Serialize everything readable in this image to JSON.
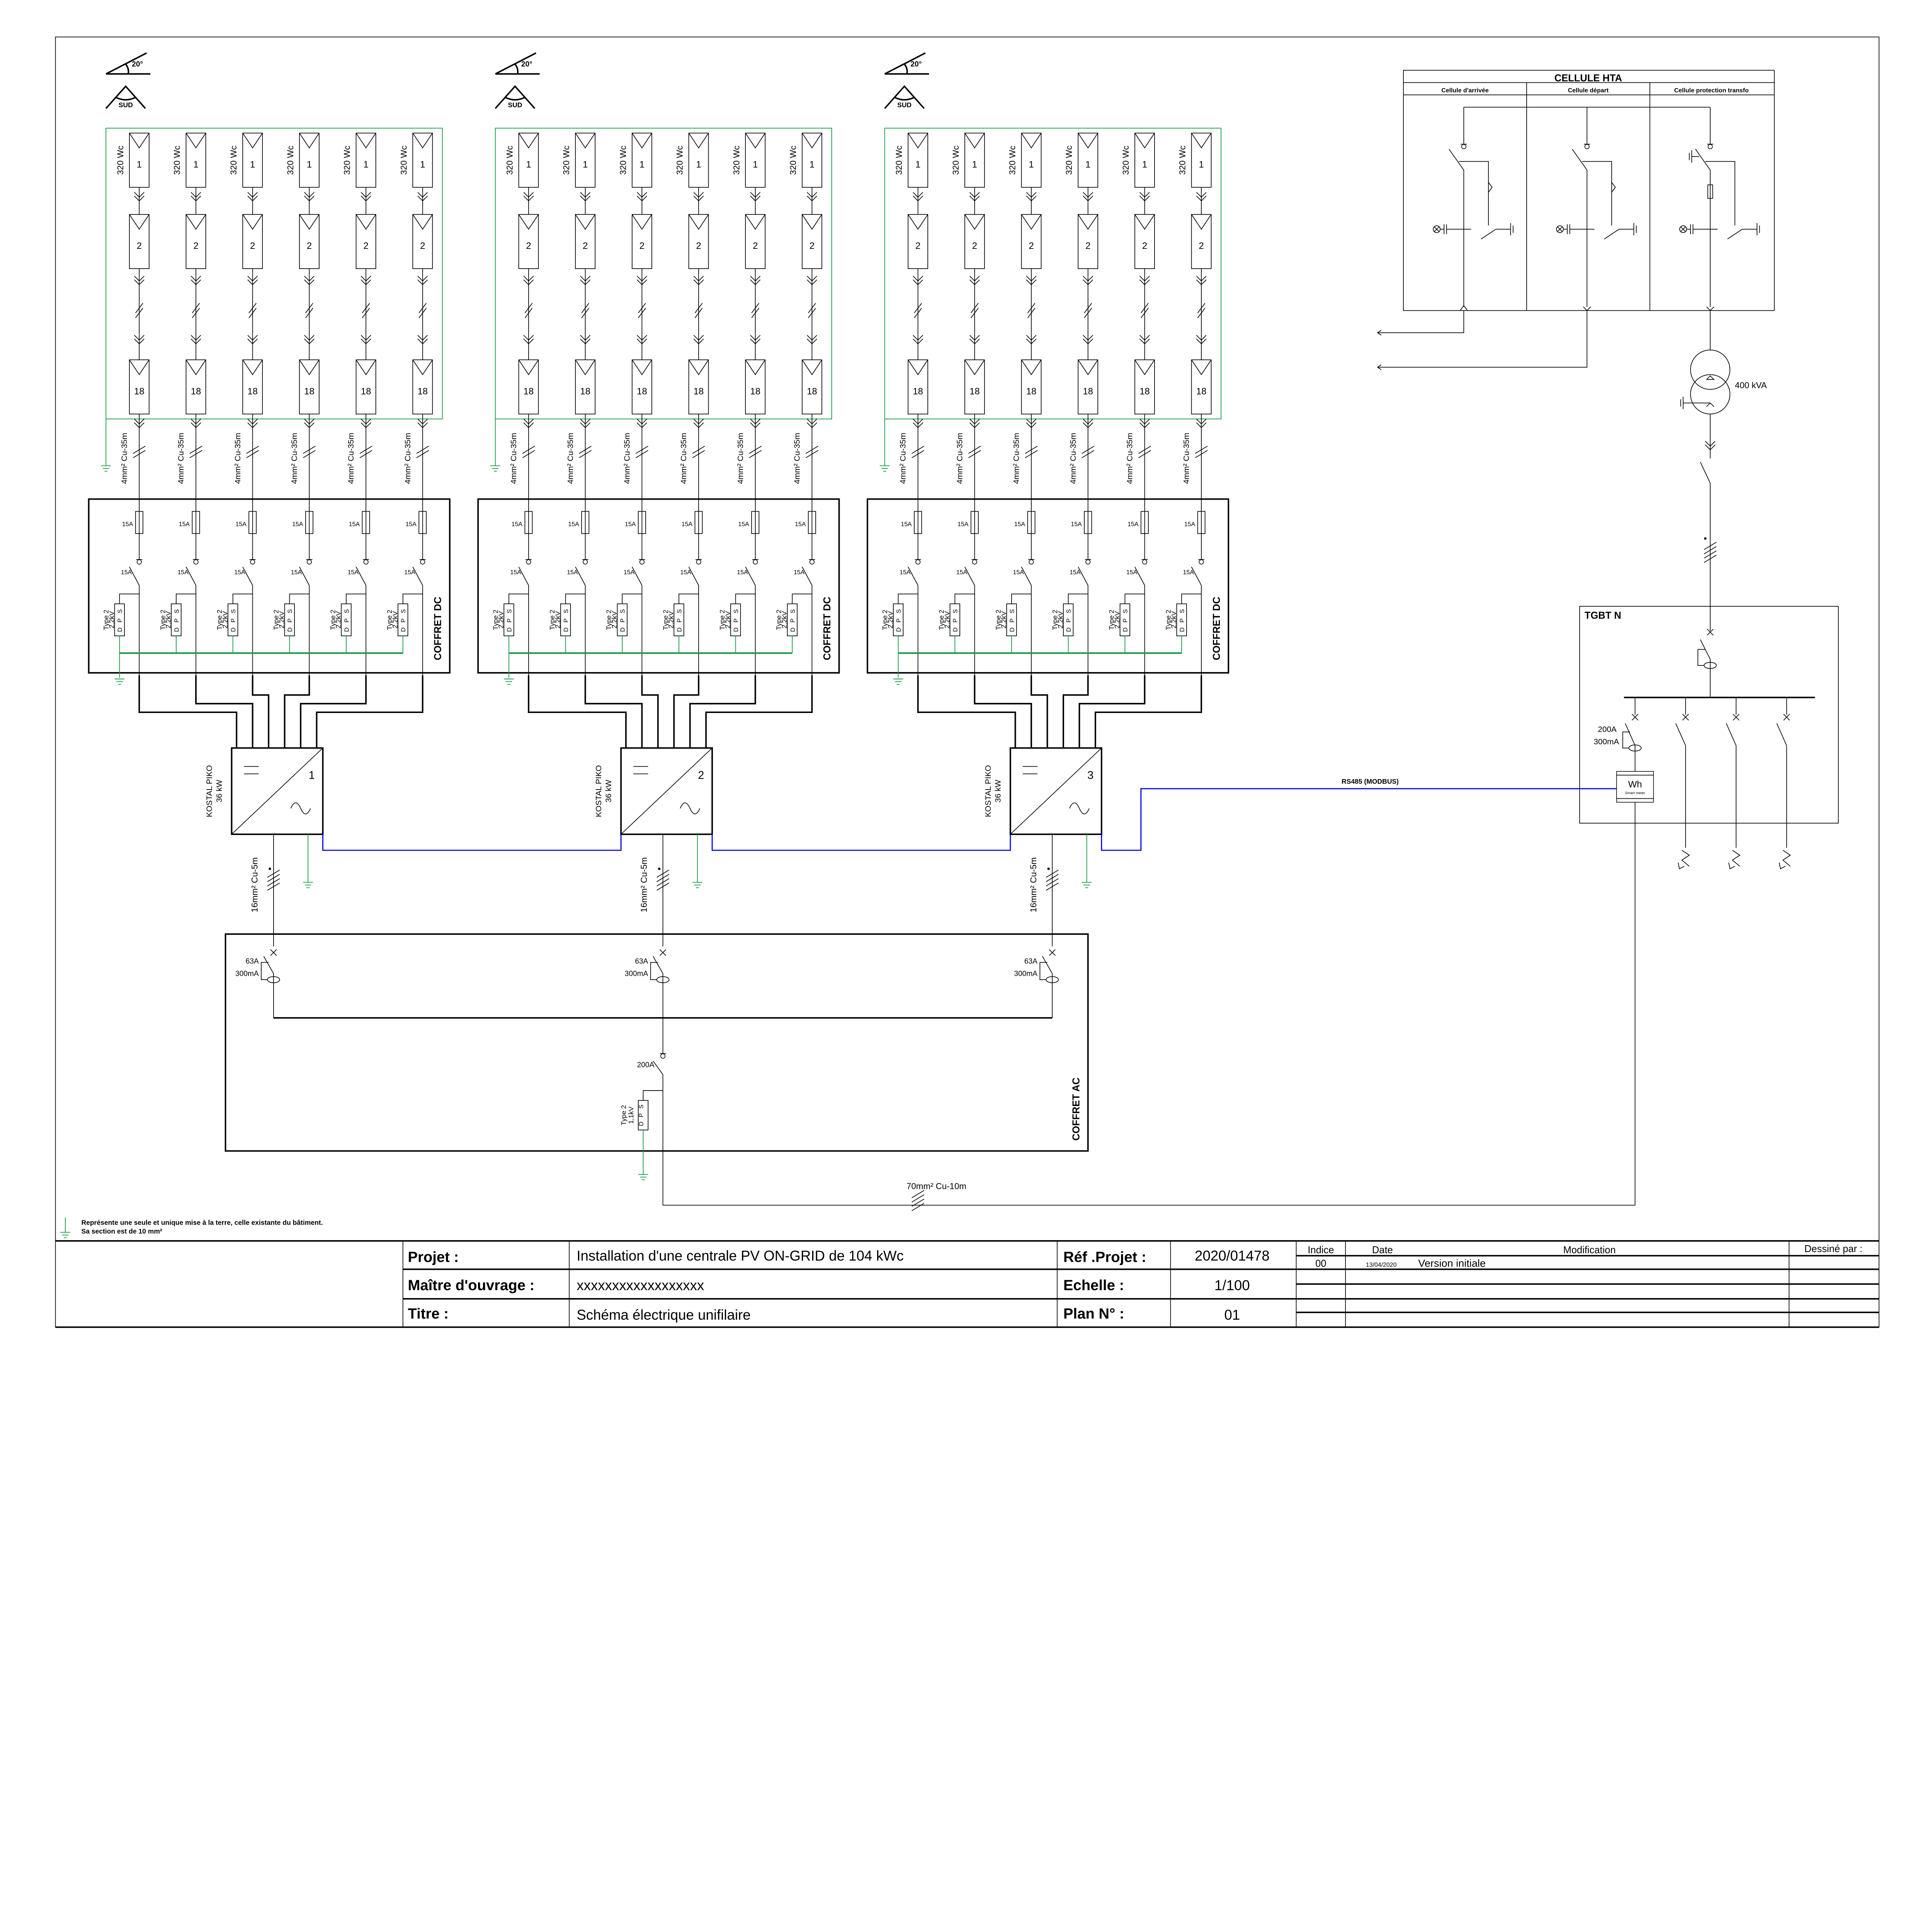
{
  "arrays": [
    {
      "inverter_number": "1"
    },
    {
      "inverter_number": "2"
    },
    {
      "inverter_number": "3"
    }
  ],
  "orientation": {
    "tilt": "20°",
    "direction": "SUD"
  },
  "panel": {
    "power": "320 Wc",
    "labels": [
      "1",
      "2",
      "18"
    ]
  },
  "dc": {
    "cable": "4mm² Cu-35m",
    "fuse": "15A",
    "switch": "15A",
    "spd_type": "Type 2",
    "spd_voltage": "2,2kV",
    "spd_letters": [
      "S",
      "P",
      "D"
    ],
    "box_title": "COFFRET DC"
  },
  "inverter": {
    "model": "KOSTAL PIKO",
    "power": "36 kW",
    "ac_cable": "16mm² Cu-5m"
  },
  "ac": {
    "breaker_current": "63A",
    "breaker_sensitivity": "300mA",
    "main_switch": "200A",
    "spd_type": "Type 2",
    "spd_voltage": "1,1kV",
    "box_title": "COFFRET AC",
    "main_cable": "70mm² Cu-10m"
  },
  "communication": {
    "label": "RS485 (MODBUS)"
  },
  "tgbt": {
    "title": "TGBT N",
    "breaker_current": "200A",
    "breaker_sensitivity": "300mA",
    "meter_symbol": "Wh",
    "meter_label": "Smart meter"
  },
  "hta": {
    "title": "CELLULE HTA",
    "columns": [
      "Cellule d'arrivée",
      "Cellule départ",
      "Cellule protection transfo"
    ],
    "transformer": "400 kVA"
  },
  "legend": {
    "line1": "Représente une seule et unique mise à la terre, celle existante du bâtiment.",
    "line2": "Sa section est de 10 mm²"
  },
  "title_block": {
    "project_label": "Projet :",
    "project_value": "Installation d'une centrale PV ON-GRID de 104 kWc",
    "owner_label": "Maître d'ouvrage :",
    "owner_value": "xxxxxxxxxxxxxxxxxx",
    "title_label": "Titre :",
    "title_value": "Schéma électrique unifilaire",
    "ref_label": "Réf .Projet :",
    "ref_value": "2020/01478",
    "scale_label": "Echelle :",
    "scale_value": "1/100",
    "plan_label": "Plan N° :",
    "plan_value": "01",
    "index_header": "Indice",
    "date_header": "Date",
    "modification_header": "Modification",
    "drawn_by_header": "Dessiné par :",
    "revisions": [
      {
        "index": "00",
        "date": "13/04/2020",
        "modification": "Version initiale"
      }
    ]
  },
  "colors": {
    "earth": "#1a9a4a",
    "communication": "#0000ee",
    "lines": "#000000"
  }
}
